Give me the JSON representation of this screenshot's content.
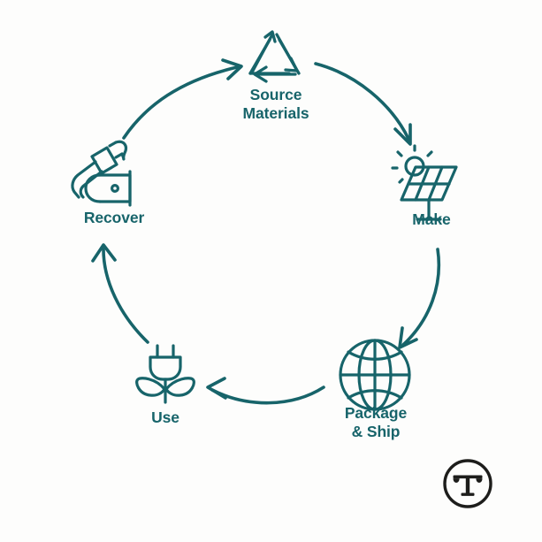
{
  "diagram": {
    "title": "Circular Product Lifecycle",
    "type": "cycle",
    "direction": "clockwise",
    "accent_color": "#17646a",
    "background_color": "#fdfdfc",
    "logo_color": "#1d1d1b",
    "nodes": [
      {
        "id": "source-materials",
        "label": "Source\nMaterials",
        "icon": "recycling-triangle-icon",
        "position": "top",
        "order": 1
      },
      {
        "id": "make",
        "label": "Make",
        "icon": "solar-panel-icon",
        "position": "top-right",
        "order": 2
      },
      {
        "id": "package-ship",
        "label": "Package\n& Ship",
        "icon": "globe-icon",
        "position": "bottom-right",
        "order": 3
      },
      {
        "id": "use",
        "label": "Use",
        "icon": "plug-leaf-icon",
        "position": "bottom-left",
        "order": 4
      },
      {
        "id": "recover",
        "label": "Recover",
        "icon": "power-cord-recovery-icon",
        "position": "top-left",
        "order": 5
      }
    ],
    "arrows": [
      {
        "id": "arrow-source-to-make",
        "from": "source-materials",
        "to": "make"
      },
      {
        "id": "arrow-make-to-package",
        "from": "make",
        "to": "package-ship"
      },
      {
        "id": "arrow-package-to-use",
        "from": "package-ship",
        "to": "use"
      },
      {
        "id": "arrow-use-to-recover",
        "from": "use",
        "to": "recover"
      },
      {
        "id": "arrow-recover-to-source",
        "from": "recover",
        "to": "source-materials"
      }
    ]
  },
  "logo": {
    "name": "circled-t-monogram-logo",
    "glyph": "T"
  }
}
